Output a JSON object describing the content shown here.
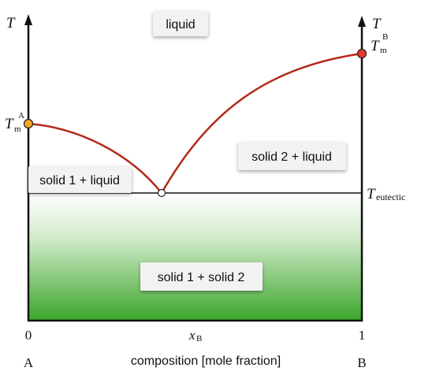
{
  "axes": {
    "left_t_label": "T",
    "right_t_label": "T",
    "x_start": "0",
    "x_end": "1",
    "x_var_main": "x",
    "x_var_sub": "B",
    "component_a": "A",
    "component_b": "B",
    "x_title": "composition [mole fraction]"
  },
  "melting_points": {
    "a": {
      "main": "T",
      "sub": "m",
      "sup": "A",
      "color": "#f5a623"
    },
    "b": {
      "main": "T",
      "sub": "m",
      "sup": "B",
      "color": "#e8392c"
    }
  },
  "eutectic": {
    "main": "T",
    "sub": "eutectic",
    "point_color": "#ffffff"
  },
  "regions": {
    "liquid": "liquid",
    "solid1_liquid": "solid 1 + liquid",
    "solid2_liquid": "solid 2 + liquid",
    "solid1_solid2": "solid 1 + solid 2"
  },
  "colors": {
    "liquidus_curve": "#b22a1a",
    "solid_region_bottom": "#3aa62a",
    "solid_region_top": "#ffffff"
  }
}
